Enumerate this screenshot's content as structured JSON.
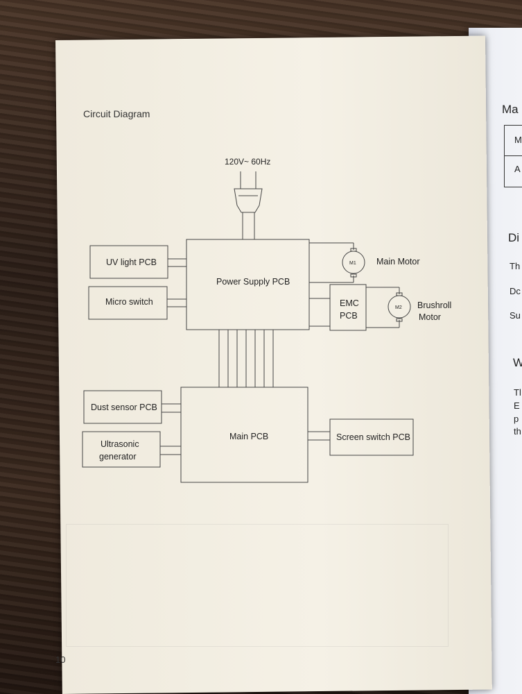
{
  "left_page": {
    "title": "Circuit Diagram",
    "page_number": "10",
    "diagram": {
      "power_input": "120V~ 60Hz",
      "blocks": {
        "power_supply_pcb": "Power Supply PCB",
        "main_pcb": "Main PCB",
        "uv_light_pcb": "UV light PCB",
        "micro_switch": "Micro switch",
        "emc_pcb_line1": "EMC",
        "emc_pcb_line2": "PCB",
        "dust_sensor_pcb": "Dust sensor PCB",
        "ultrasonic_line1": "Ultrasonic",
        "ultrasonic_line2": "generator",
        "screen_switch_pcb": "Screen switch PCB"
      },
      "motors": {
        "m1_symbol": "M1",
        "main_motor": "Main Motor",
        "m2_symbol": "M2",
        "brushroll_line1": "Brushroll",
        "brushroll_line2": "Motor"
      }
    }
  },
  "right_page": {
    "heading1": "Ma",
    "table_row1": "M",
    "table_row2": "A",
    "heading2": "Di",
    "line1": "Th",
    "line2": "Dc",
    "line3": "Su",
    "heading3": "W",
    "para1": "Tl",
    "para2": "E",
    "para3": "p",
    "para4": "th"
  }
}
